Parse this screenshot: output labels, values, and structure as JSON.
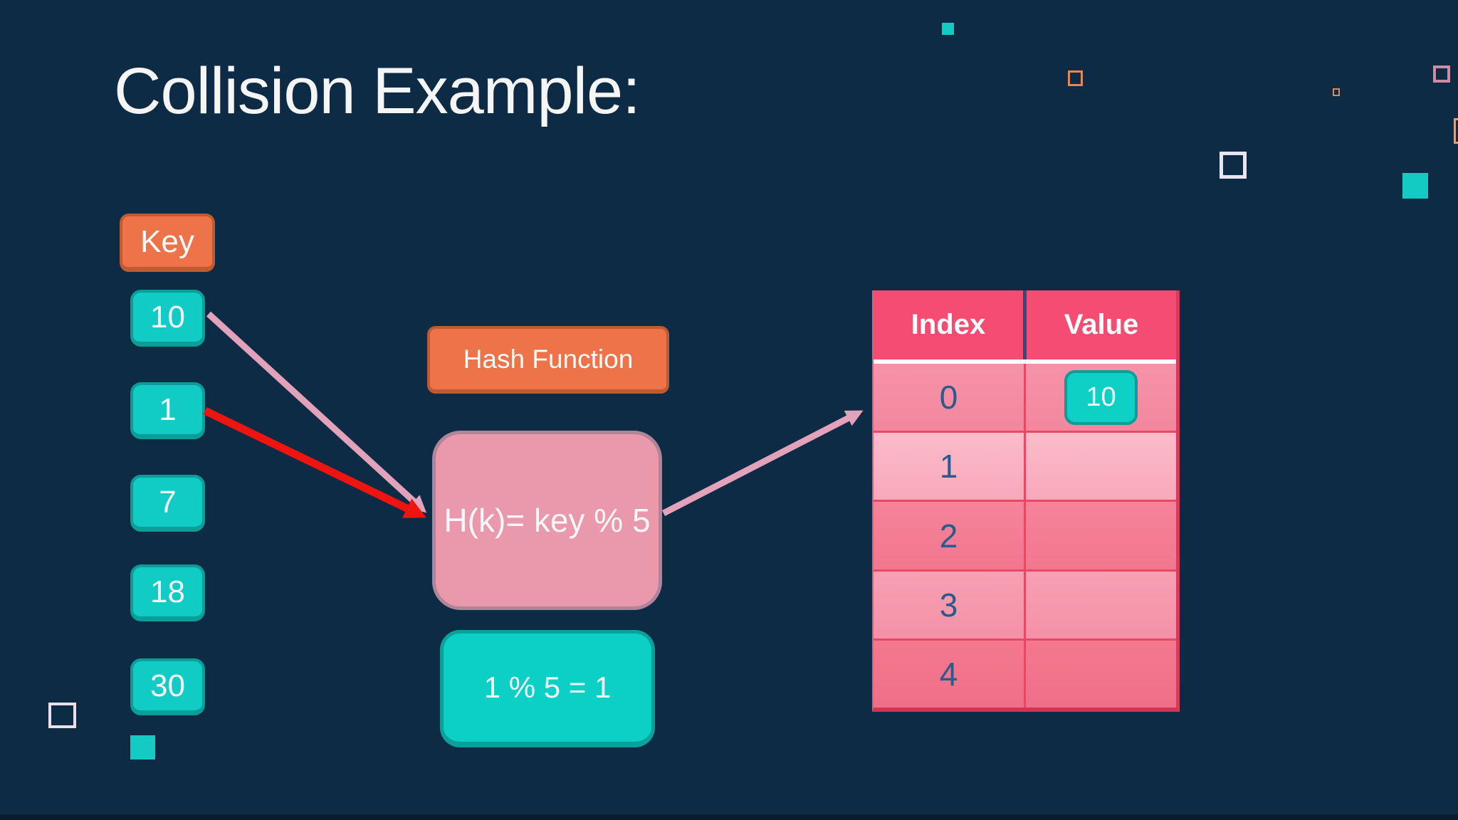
{
  "title": "Collision Example:",
  "key_column": {
    "header": "Key",
    "keys": [
      "10",
      "1",
      "7",
      "18",
      "30"
    ]
  },
  "hash_function": {
    "label": "Hash Function",
    "formula": "H(k)= key % 5",
    "computation": "1 % 5 = 1"
  },
  "hash_table": {
    "columns": [
      "Index",
      "Value"
    ],
    "rows": [
      {
        "index": "0",
        "value": "10"
      },
      {
        "index": "1",
        "value": ""
      },
      {
        "index": "2",
        "value": ""
      },
      {
        "index": "3",
        "value": ""
      },
      {
        "index": "4",
        "value": ""
      }
    ]
  },
  "colors": {
    "background": "#0d2b45",
    "orange_box": "#ee7348",
    "orange_border": "#c05a31",
    "teal_box": "#10ccc4",
    "teal_border": "#0b9e99",
    "pink_box": "#e999ab",
    "table_header": "#f54c74",
    "header_divider_blue": "#2e4e7e",
    "row_divider": "#e74964",
    "index_text": "#2b5a8c",
    "red_arrow": "#ee1511",
    "pink_arrow": "#e2a3ba"
  }
}
